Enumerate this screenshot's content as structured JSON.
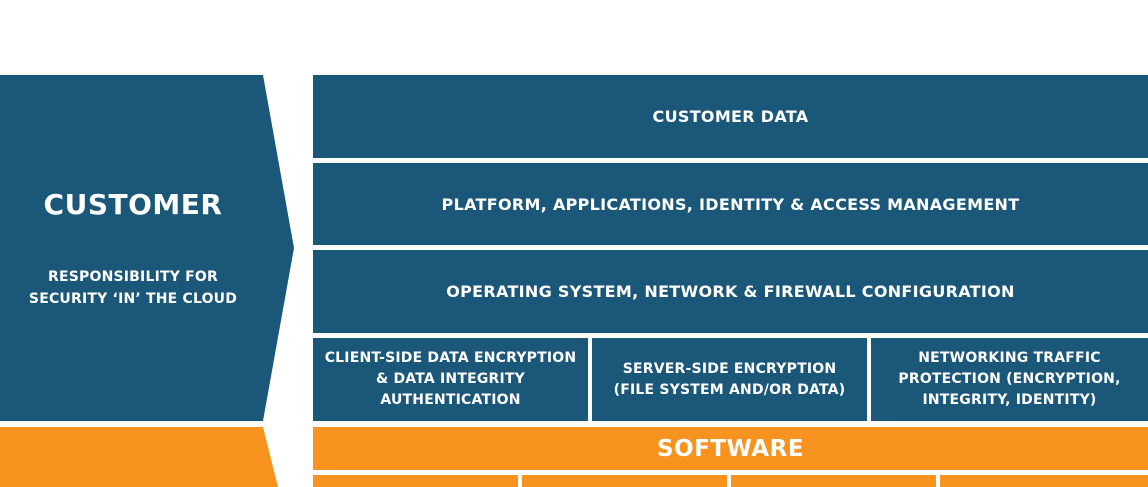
{
  "colors": {
    "blue": "#1b5779",
    "orange": "#f7931e",
    "background": "#ffffff"
  },
  "customer": {
    "title": "CUSTOMER",
    "subtitle": "RESPONSIBILITY FOR\nSECURITY ‘IN’ THE CLOUD"
  },
  "rows": {
    "customer_data": "CUSTOMER DATA",
    "platform": "PLATFORM, APPLICATIONS, IDENTITY & ACCESS MANAGEMENT",
    "operating_system": "OPERATING SYSTEM, NETWORK & FIREWALL CONFIGURATION"
  },
  "encryption_cells": [
    "CLIENT-SIDE DATA ENCRYPTION & DATA INTEGRITY AUTHENTICATION",
    "SERVER-SIDE ENCRYPTION (FILE SYSTEM AND/OR DATA)",
    "NETWORKING TRAFFIC PROTECTION (ENCRYPTION, INTEGRITY, IDENTITY)"
  ],
  "software": {
    "label": "SOFTWARE"
  }
}
